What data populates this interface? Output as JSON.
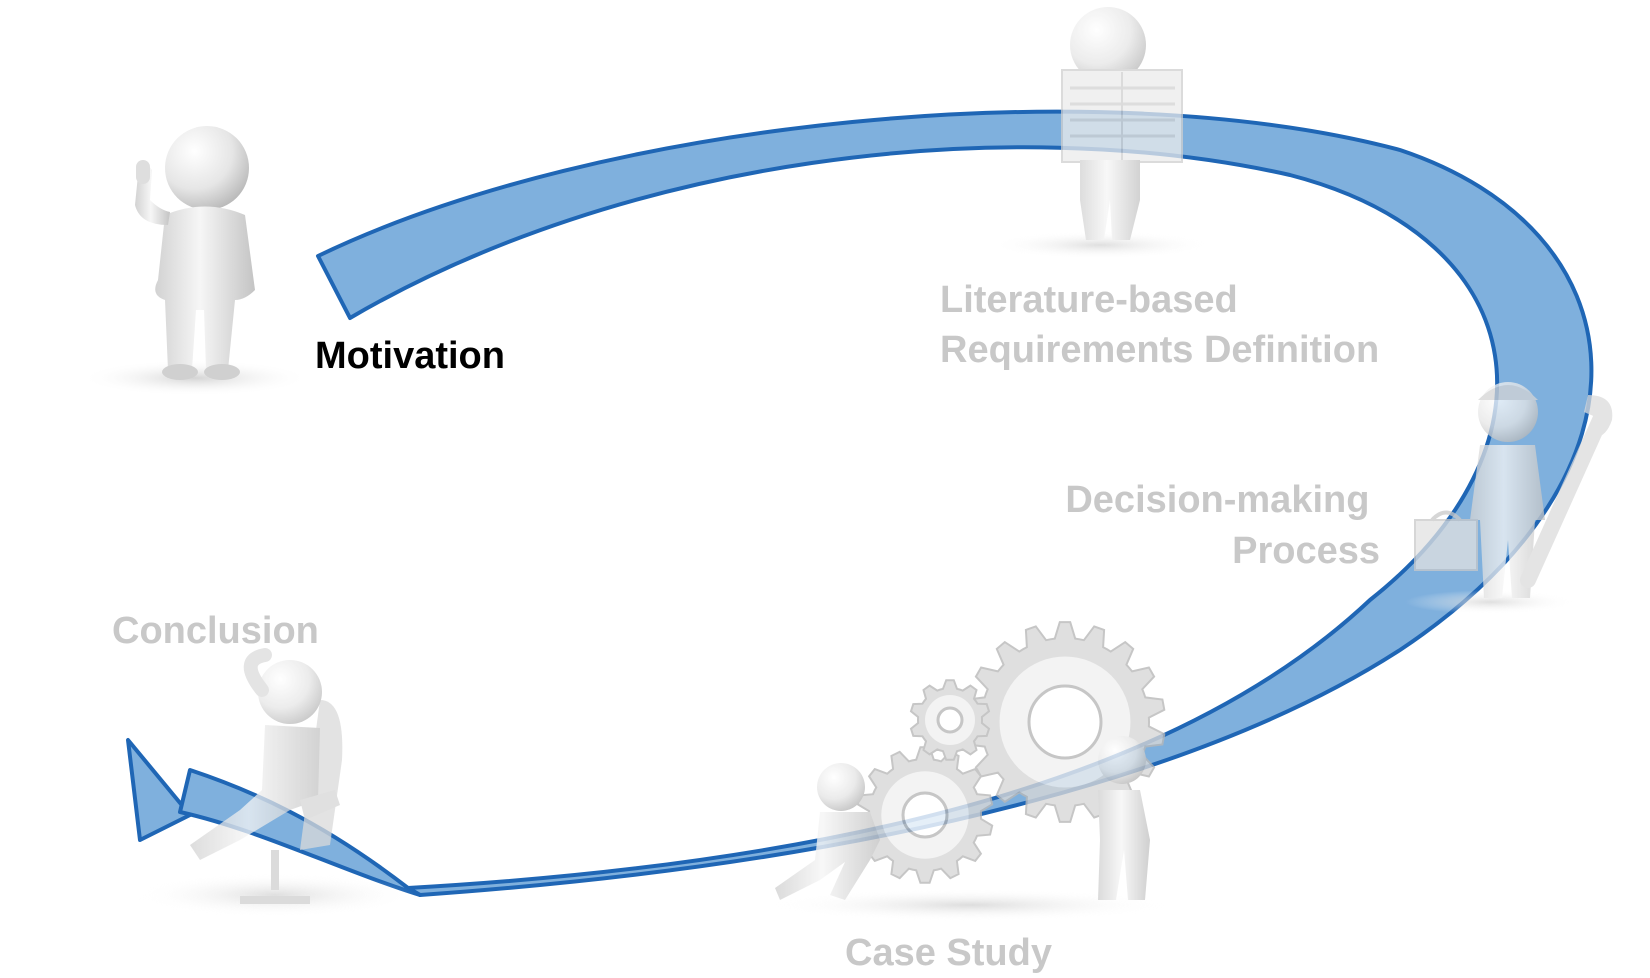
{
  "colors": {
    "arrow_fill": "#7fb0dd",
    "arrow_stroke": "#1f66b5",
    "active_label": "#000000",
    "inactive_label": "#c8c8c8",
    "figure_light": "#f0f0f0",
    "figure_mid": "#d8d8d8",
    "figure_dark": "#b8b8b8"
  },
  "stages": [
    {
      "id": "motivation",
      "label_lines": [
        "Motivation"
      ],
      "active": true,
      "figure": "thumbs-up-person-figure"
    },
    {
      "id": "literature",
      "label_lines": [
        "Literature-based",
        "Requirements Definition"
      ],
      "active": false,
      "figure": "newspaper-reader-figure"
    },
    {
      "id": "decision",
      "label_lines": [
        "Decision-making",
        "Process"
      ],
      "active": false,
      "figure": "wrench-worker-figure"
    },
    {
      "id": "case-study",
      "label_lines": [
        "Case Study"
      ],
      "active": false,
      "figure": "gears-team-figure"
    },
    {
      "id": "conclusion",
      "label_lines": [
        "Conclusion"
      ],
      "active": false,
      "figure": "relaxed-chair-figure"
    }
  ]
}
